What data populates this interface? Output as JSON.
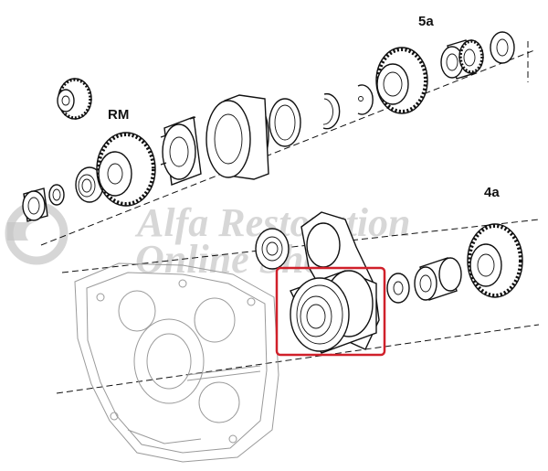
{
  "labels": {
    "rm": "RM",
    "fifth": "5a",
    "fourth": "4a"
  },
  "watermark": {
    "line1": "Alfa Restoration",
    "line2": "Online Shop"
  },
  "highlight": {
    "color": "#d0202a"
  }
}
